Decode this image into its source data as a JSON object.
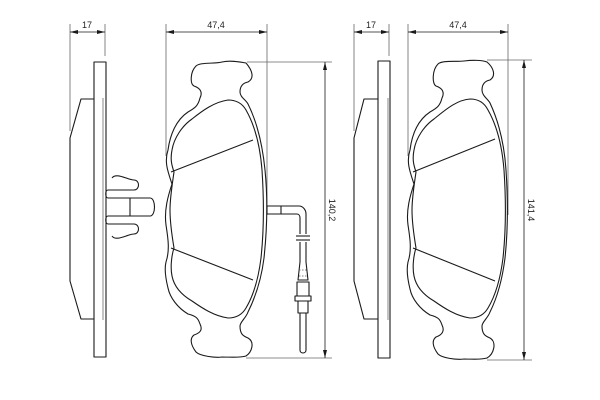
{
  "drawing": {
    "title": "Brake pad set technical drawing",
    "views": [
      {
        "id": "left-pad-with-sensor",
        "side_view": {
          "thickness_label": "17"
        },
        "front_view": {
          "width_label": "47,4",
          "height_label": "140,2",
          "has_wear_sensor": true,
          "has_clip": true
        }
      },
      {
        "id": "right-pad",
        "side_view": {
          "thickness_label": "17"
        },
        "front_view": {
          "width_label": "47,4",
          "height_label": "141,4",
          "has_wear_sensor": false,
          "has_clip": false
        }
      }
    ],
    "line_color": "#1a1a1a",
    "dimension_line_color": "#666666",
    "background": "#ffffff"
  }
}
